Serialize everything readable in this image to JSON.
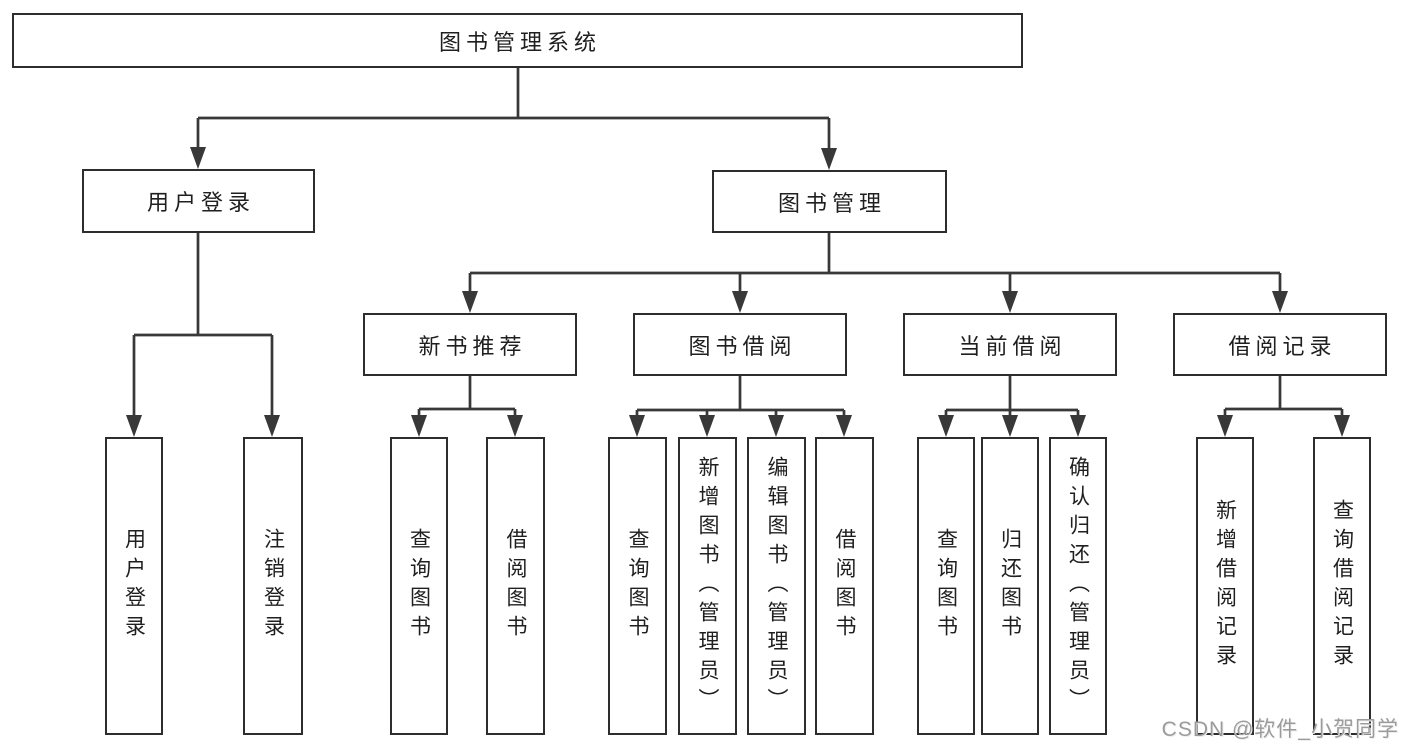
{
  "diagram": {
    "root": "图书管理系统",
    "branches": [
      {
        "label": "用户登录",
        "children": [
          "用户登录",
          "注销登录"
        ]
      },
      {
        "label": "图书管理"
      }
    ],
    "modules": [
      {
        "label": "新书推荐",
        "children": [
          "查询图书",
          "借阅图书"
        ]
      },
      {
        "label": "图书借阅",
        "children": [
          "查询图书",
          "新增图书（管理员）",
          "编辑图书（管理员）",
          "借阅图书"
        ]
      },
      {
        "label": "当前借阅",
        "children": [
          "查询图书",
          "归还图书",
          "确认归还（管理员）"
        ]
      },
      {
        "label": "借阅记录",
        "children": [
          "新增借阅记录",
          "查询借阅记录"
        ]
      }
    ]
  },
  "watermark": "CSDN @软件_小贺同学",
  "colors": {
    "line": "#383838",
    "box_border": "#2d2d2d",
    "text": "#1f1f1f",
    "watermark_text": "#9b9b9b",
    "background": "#ffffff"
  }
}
